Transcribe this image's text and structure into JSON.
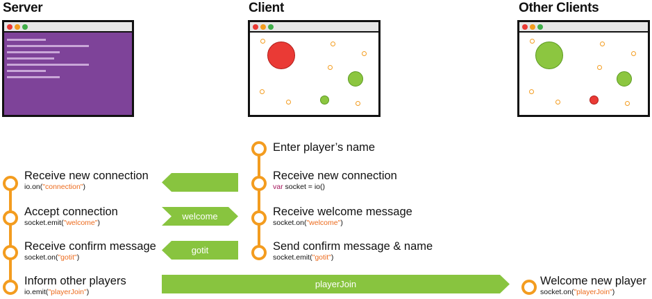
{
  "columns": {
    "server": "Server",
    "client": "Client",
    "others": "Other Clients"
  },
  "colors": {
    "orange": "#f39c1f",
    "green": "#88c43f",
    "purple": "#7e4399",
    "red": "#ea3a35"
  },
  "server_steps": [
    {
      "title": "Receive new connection",
      "code_prefix": "io.on(",
      "code_str": "\"connection\"",
      "code_suffix": ")"
    },
    {
      "title": "Accept connection",
      "code_prefix": "socket.emit(",
      "code_str": "\"welcome\"",
      "code_suffix": ")"
    },
    {
      "title": "Receive confirm message",
      "code_prefix": "socket.on(",
      "code_str": "\"gotit\"",
      "code_suffix": ")"
    },
    {
      "title": "Inform other players",
      "code_prefix": "io.emit(",
      "code_str": "\"playerJoin\"",
      "code_suffix": ")"
    }
  ],
  "client_steps": [
    {
      "title": "Enter player’s name"
    },
    {
      "title": "Receive new connection",
      "code_kw": "var",
      "code_rest": " socket = io()"
    },
    {
      "title": "Receive welcome message",
      "code_prefix": "socket.on(",
      "code_str": "\"welcome\"",
      "code_suffix": ")"
    },
    {
      "title": "Send confirm message & name",
      "code_prefix": "socket.emit(",
      "code_str": "\"gotit\"",
      "code_suffix": ")"
    }
  ],
  "other_step": {
    "title": "Welcome new player",
    "code_prefix": "socket.on(",
    "code_str": "\"playerJoin\"",
    "code_suffix": ")"
  },
  "arrows": {
    "connect": "",
    "welcome": "welcome",
    "gotit": "gotit",
    "playerJoin": "playerJoin"
  }
}
